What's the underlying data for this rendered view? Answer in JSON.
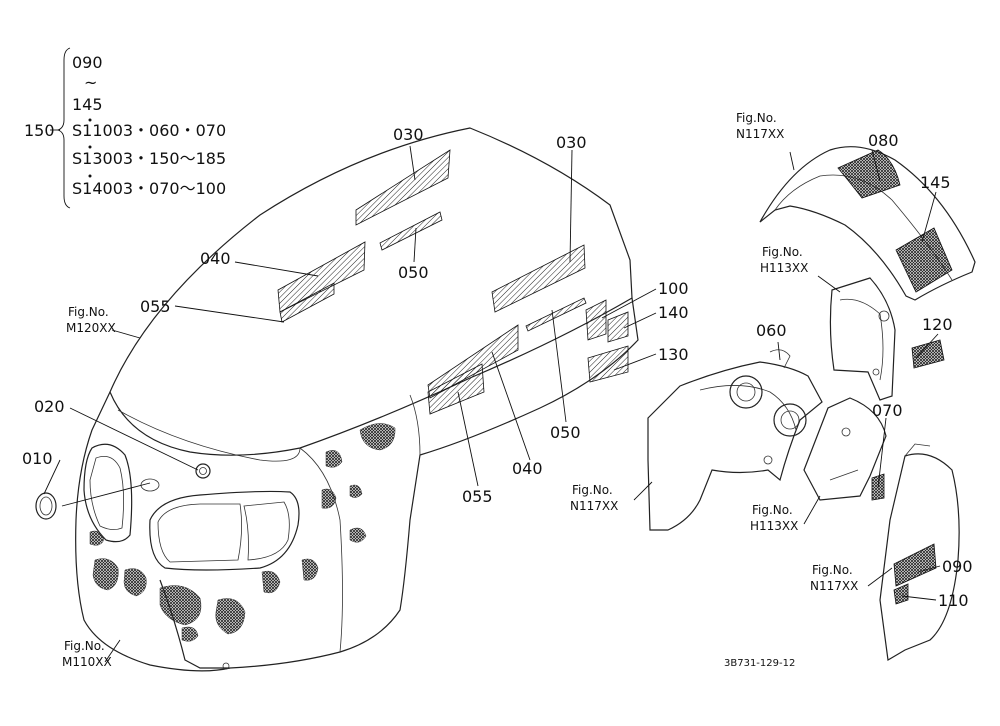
{
  "range_block": {
    "main_label": "150",
    "lines": [
      "090",
      "~",
      "145",
      "S11003・060・070",
      "S13003・150〜185",
      "S14003・070〜100"
    ]
  },
  "callouts": {
    "c030a": "030",
    "c030b": "030",
    "c040a": "040",
    "c040b": "040",
    "c050a": "050",
    "c050b": "050",
    "c055a": "055",
    "c055b": "055",
    "c020": "020",
    "c010": "010",
    "c100": "100",
    "c140": "140",
    "c130": "130",
    "c080": "080",
    "c145": "145",
    "c120": "120",
    "c060": "060",
    "c070": "070",
    "c090": "090",
    "c110": "110"
  },
  "fig_refs": {
    "m120": {
      "prefix": "Fig.No.",
      "code": "M120XX"
    },
    "m110": {
      "prefix": "Fig.No.",
      "code": "M110XX"
    },
    "n117_top": {
      "prefix": "Fig.No.",
      "code": "N117XX"
    },
    "h113_top": {
      "prefix": "Fig.No.",
      "code": "H113XX"
    },
    "n117_mid": {
      "prefix": "Fig.No.",
      "code": "N117XX"
    },
    "h113_bot": {
      "prefix": "Fig.No.",
      "code": "H113XX"
    },
    "n117_bot": {
      "prefix": "Fig.No.",
      "code": "N117XX"
    }
  },
  "drawing_code": "3B731-129-12"
}
